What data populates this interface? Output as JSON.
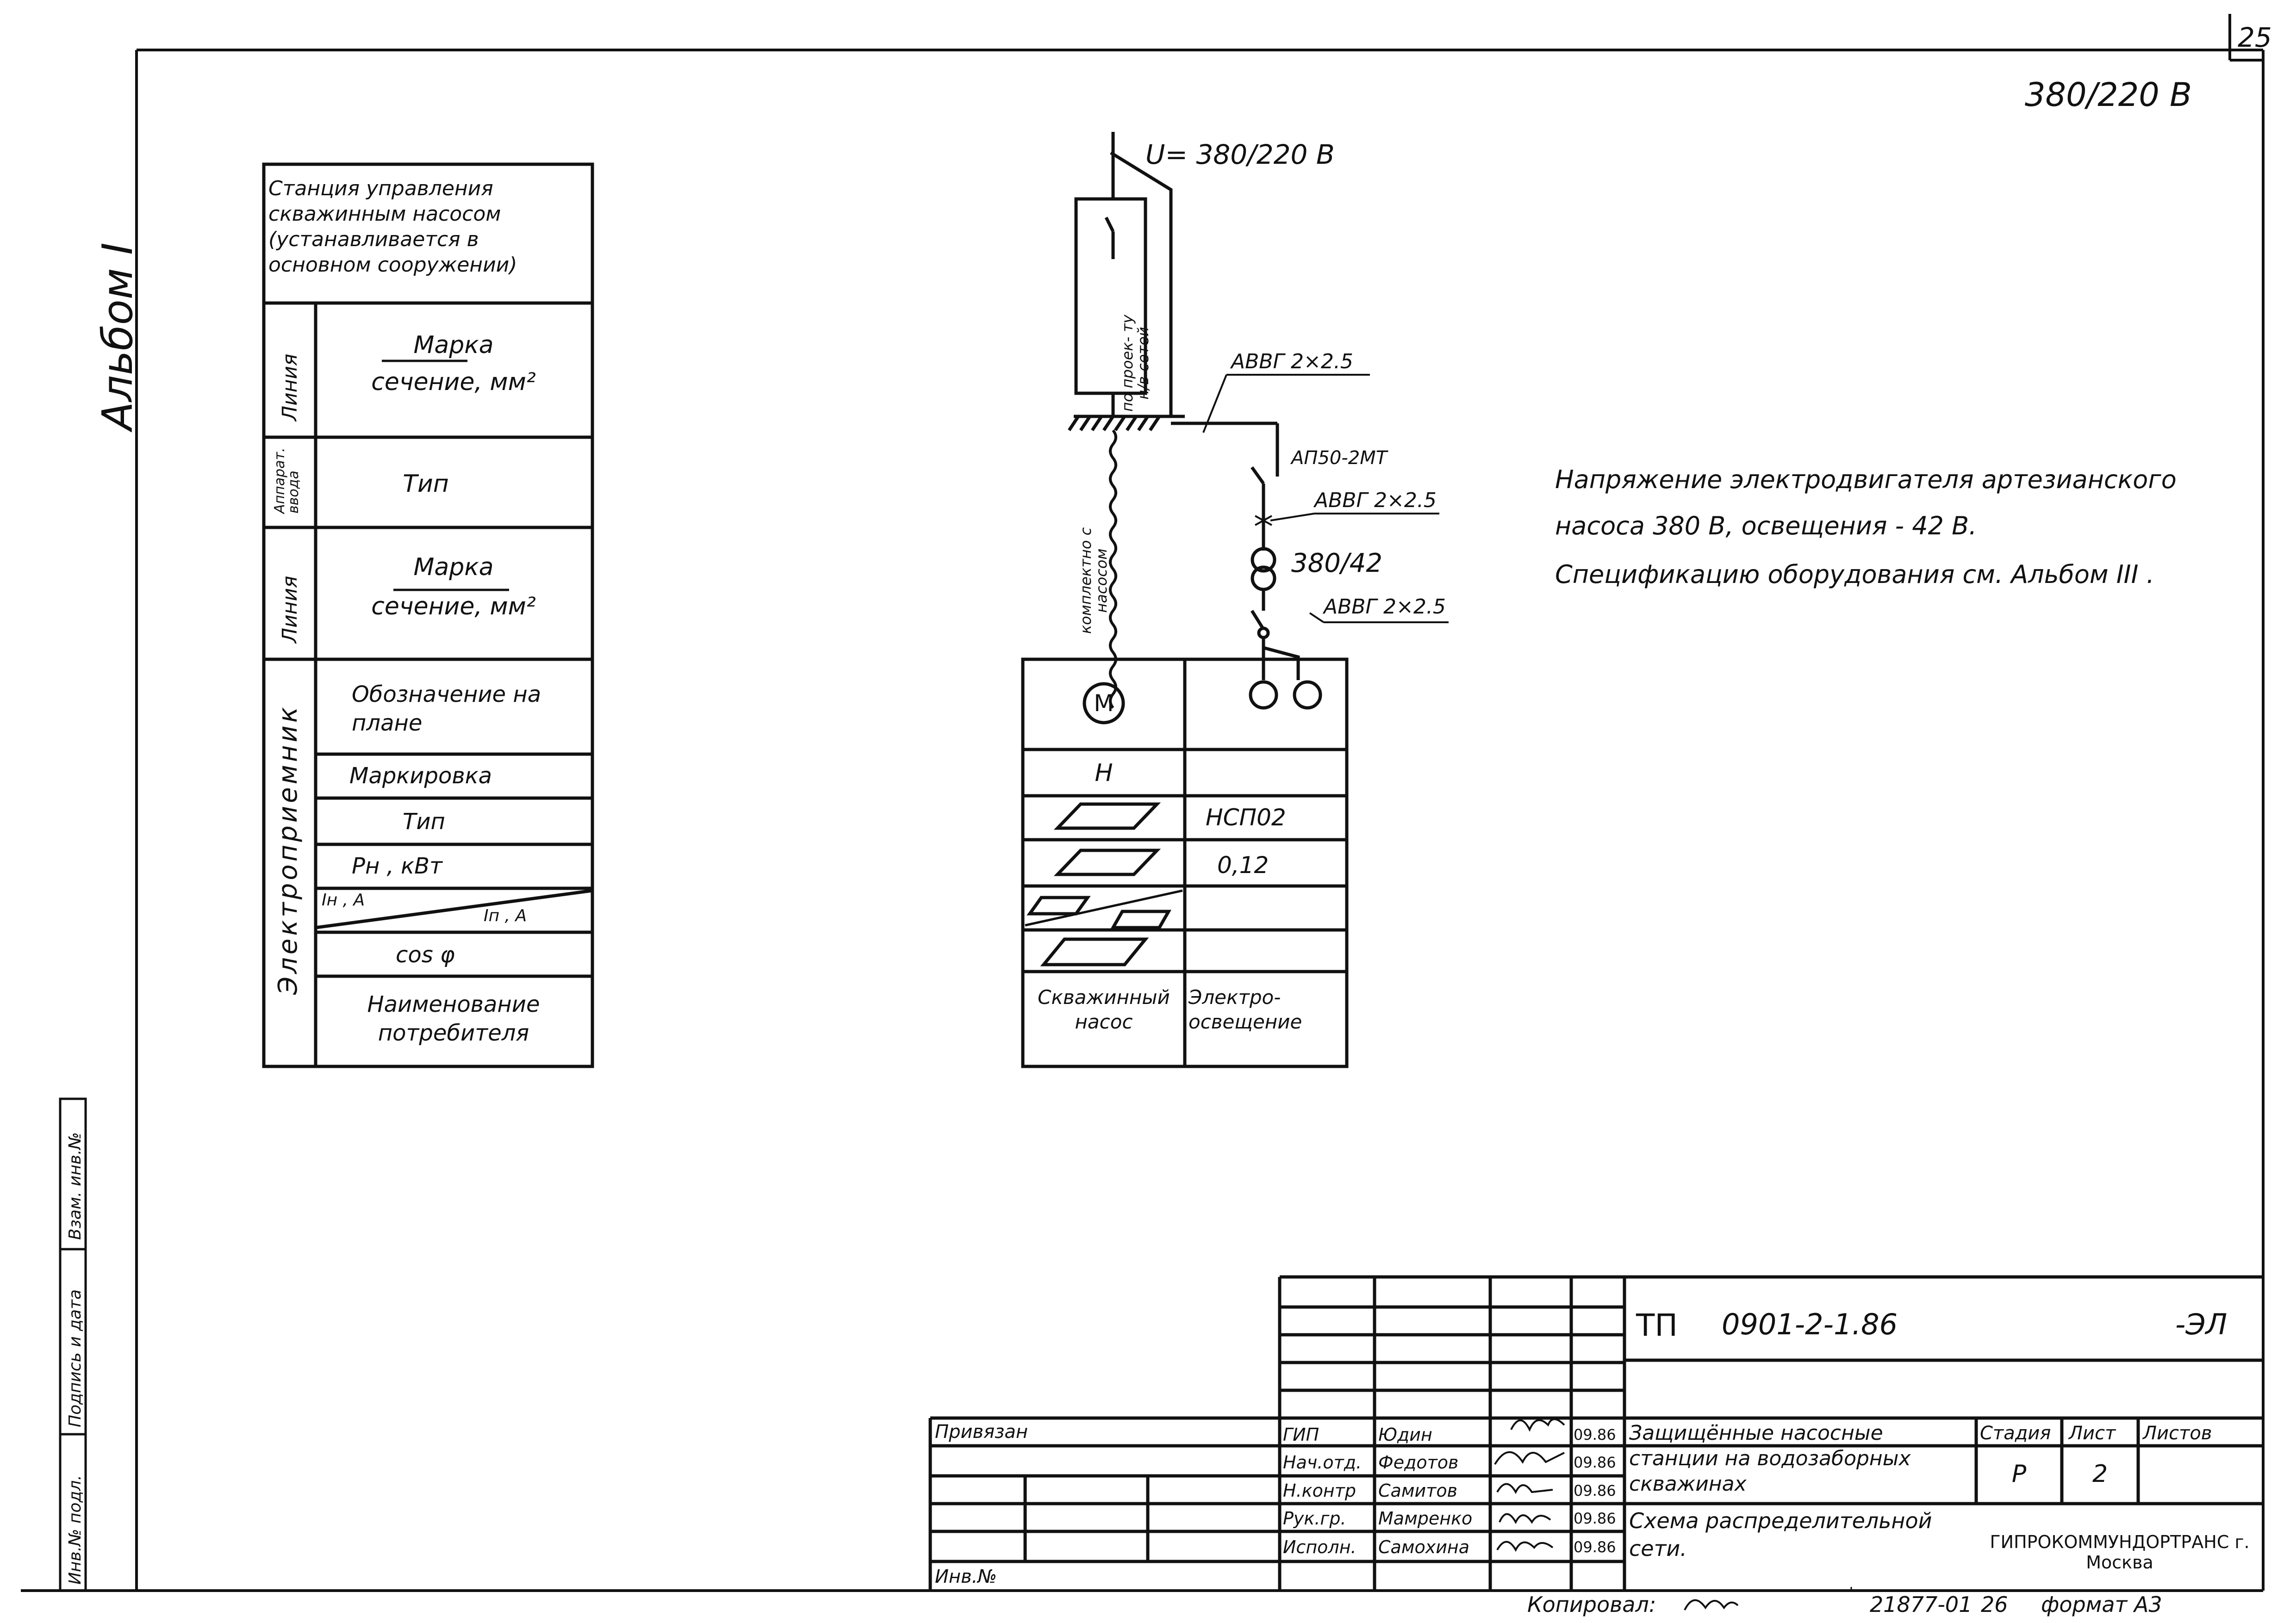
{
  "page_number": "25",
  "voltage_corner": "380/220 В",
  "album_label": "Альбом I",
  "side_stamp": {
    "inv_podl": "Инв.№ подл.",
    "podpis_data": "Подпись и дата",
    "vzam_inv": "Взам. инв.№"
  },
  "legend": {
    "header": "Станция управления скважинным насосом (устанавливается в основном сооружении)",
    "line1_label": "Линия",
    "line1_marka": "Марка",
    "line1_sech": "сечение, мм²",
    "apparat_label": "Аппарат. ввода",
    "apparat_type": "Тип",
    "line2_label": "Линия",
    "line2_marka": "Марка",
    "line2_sech": "сечение, мм²",
    "receiver_label": "Электроприемник",
    "oboz": "Обозначение на плане",
    "markirovka": "Маркировка",
    "tip": "Тип",
    "pn": "Рн ,   кВт",
    "in": "Iн , А",
    "ip": "Iп , А",
    "cos": "cos φ",
    "naim": "Наименование потребителя"
  },
  "diagram": {
    "supply": "U= 380/220 В",
    "cable_proekt": "по проек- ту н/в сетей",
    "cable_main": "АВВГ 2×2.5",
    "breaker": "АП50-2МТ",
    "cable_2": "АВВГ 2×2.5",
    "transformer": "380/42",
    "cable_3": "АВВГ 2×2.5",
    "komplekt": "комплектно с насосом",
    "motor_symbol": "М",
    "col1": {
      "mark": "Н",
      "name": "Скважинный насос"
    },
    "col2": {
      "type": "НСП02",
      "power": "0,12",
      "name": "Электро- освещение"
    }
  },
  "notes": [
    "Напряжение электродвигателя артезианского",
    "насоса  380 В, освещения - 42 В.",
    "Спецификацию оборудования см. Альбом III ."
  ],
  "title_block": {
    "privyazan": "Привязан",
    "inv_no": "Инв.№",
    "code_prefix": "ТП",
    "code": "0901-2-1.86",
    "code_suffix": "-ЭЛ",
    "project_name": "Защищённые насосные станции на водозаборных скважинах",
    "sheet_name": "Схема распределительной сети.",
    "stadiya_h": "Стадия",
    "list_h": "Лист",
    "listov_h": "Листов",
    "stadiya": "Р",
    "list": "2",
    "listov": "",
    "org": "ГИПРОКОММУНДОРТРАНС г. Москва",
    "roles": [
      {
        "role": "ГИП",
        "name": "Юдин",
        "date": "09.86"
      },
      {
        "role": "Нач.отд.",
        "name": "Федотов",
        "date": "09.86"
      },
      {
        "role": "Н.контр",
        "name": "Самитов",
        "date": "09.86"
      },
      {
        "role": "Рук.гр.",
        "name": "Мамренко",
        "date": "09.86"
      },
      {
        "role": "Исполн.",
        "name": "Самохина",
        "date": "09.86"
      }
    ]
  },
  "footer": {
    "kopiroval": "Копировал:",
    "inv": "21877-01",
    "page": "26",
    "format": "формат А3"
  }
}
